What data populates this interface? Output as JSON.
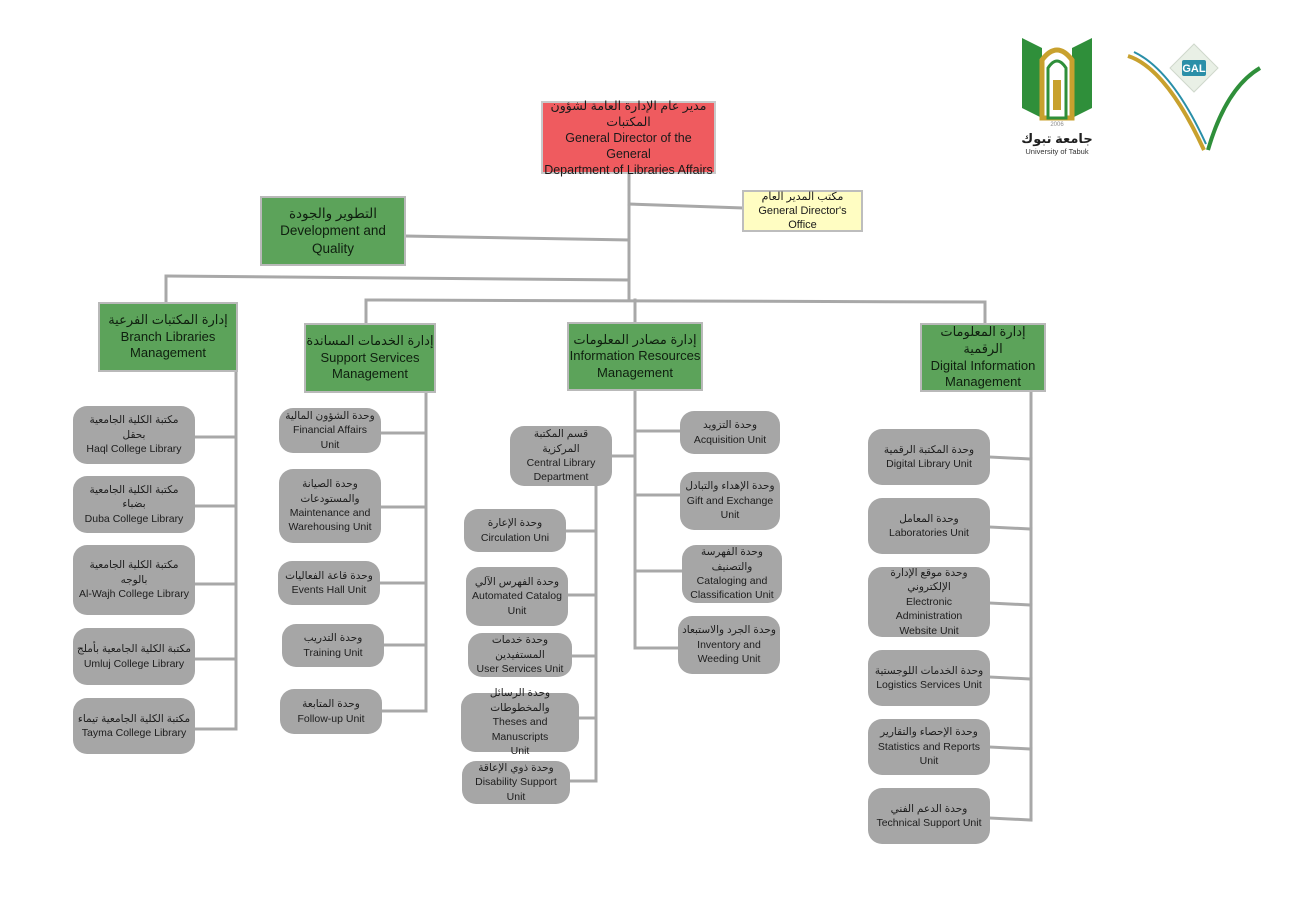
{
  "logos": {
    "university_name_ar": "جامعة تبوك",
    "university_name_en": "University of Tabuk",
    "year": "2006",
    "gal_text": "GAL",
    "green": "#2f8f3a",
    "gold": "#c8a12e"
  },
  "top": {
    "ar": "مدير عام الإدارة العامة لشؤون المكتبات",
    "en1": "General Director of the General",
    "en2": "Department of Libraries Affairs"
  },
  "office": {
    "ar": "مكتب المدير العام",
    "en": "General Director's Office"
  },
  "dev": {
    "ar": "التطوير والجودة",
    "en": "Development and Quality"
  },
  "branch": {
    "ar": "إدارة المكتبات الفرعية",
    "en1": "Branch Libraries",
    "en2": "Management",
    "units": [
      {
        "ar": "مكتبة الكلية الجامعية بحقل",
        "en1": "Haql College Library"
      },
      {
        "ar": "مكتبة الكلية الجامعية بضباء",
        "en1": "Duba College Library"
      },
      {
        "ar": "مكتبة الكلية الجامعية بالوجه",
        "en1": "Al-Wajh College Library"
      },
      {
        "ar": "مكتبة الكلية الجامعية بأملج",
        "en1": "Umluj College Library"
      },
      {
        "ar": "مكتبة الكلية الجامعية تيماء",
        "en1": "Tayma College Library"
      }
    ]
  },
  "support": {
    "ar": "إدارة الخدمات المساندة",
    "en1": "Support Services",
    "en2": "Management",
    "units": [
      {
        "ar": "وحدة الشؤون المالية",
        "en1": "Financial Affairs Unit"
      },
      {
        "ar": "وحدة الصيانة",
        "ar2": "والمستودعات",
        "en1": "Maintenance and",
        "en2": "Warehousing Unit"
      },
      {
        "ar": "وحدة قاعة الفعاليات",
        "en1": "Events Hall Unit"
      },
      {
        "ar": "وحدة التدريب",
        "en1": "Training Unit"
      },
      {
        "ar": "وحدة المتابعة",
        "en1": "Follow-up Unit"
      }
    ]
  },
  "info": {
    "ar": "إدارة مصادر المعلومات",
    "en1": "Information Resources",
    "en2": "Management",
    "central": {
      "ar": "قسم المكتبة المركزية",
      "en1": "Central Library",
      "en2": "Department"
    },
    "central_units": [
      {
        "ar": "وحدة الإعارة",
        "en1": "Circulation Uni"
      },
      {
        "ar": "وحدة الفهرس الآلي",
        "en1": "Automated Catalog",
        "en2": "Unit"
      },
      {
        "ar": "وحدة خدمات المستفيدين",
        "en1": "User Services Unit"
      },
      {
        "ar": "وحدة الرسائل والمخطوطات",
        "en1": "Theses and Manuscripts",
        "en2": "Unit"
      },
      {
        "ar": "وحدة ذوي الإعاقة",
        "en1": "Disability Support Unit"
      }
    ],
    "units": [
      {
        "ar": "وحدة التزويد",
        "en1": "Acquisition Unit"
      },
      {
        "ar": "وحدة الإهداء والتبادل",
        "en1": "Gift and Exchange",
        "en2": "Unit"
      },
      {
        "ar": "وحدة الفهرسة والتصنيف",
        "en1": "Cataloging and",
        "en2": "Classification Unit"
      },
      {
        "ar": "وحدة الجرد والاستبعاد",
        "en1": "Inventory and",
        "en2": "Weeding Unit"
      }
    ]
  },
  "digital": {
    "ar": "إدارة المعلومات الرقمية",
    "en1": "Digital Information",
    "en2": "Management",
    "units": [
      {
        "ar": "وحدة المكتبة الرقمية",
        "en1": "Digital Library Unit"
      },
      {
        "ar": "وحدة المعامل",
        "en1": "Laboratories Unit"
      },
      {
        "ar": "وحدة موقع الإدارة الإلكتروني",
        "en1": "Electronic Administration",
        "en2": "Website Unit"
      },
      {
        "ar": "وحدة الخدمات اللوجستية",
        "en1": "Logistics Services Unit"
      },
      {
        "ar": "وحدة الإحصاء والتقارير",
        "en1": "Statistics and Reports Unit"
      },
      {
        "ar": "وحدة الدعم الفني",
        "en1": "Technical Support Unit"
      }
    ]
  }
}
